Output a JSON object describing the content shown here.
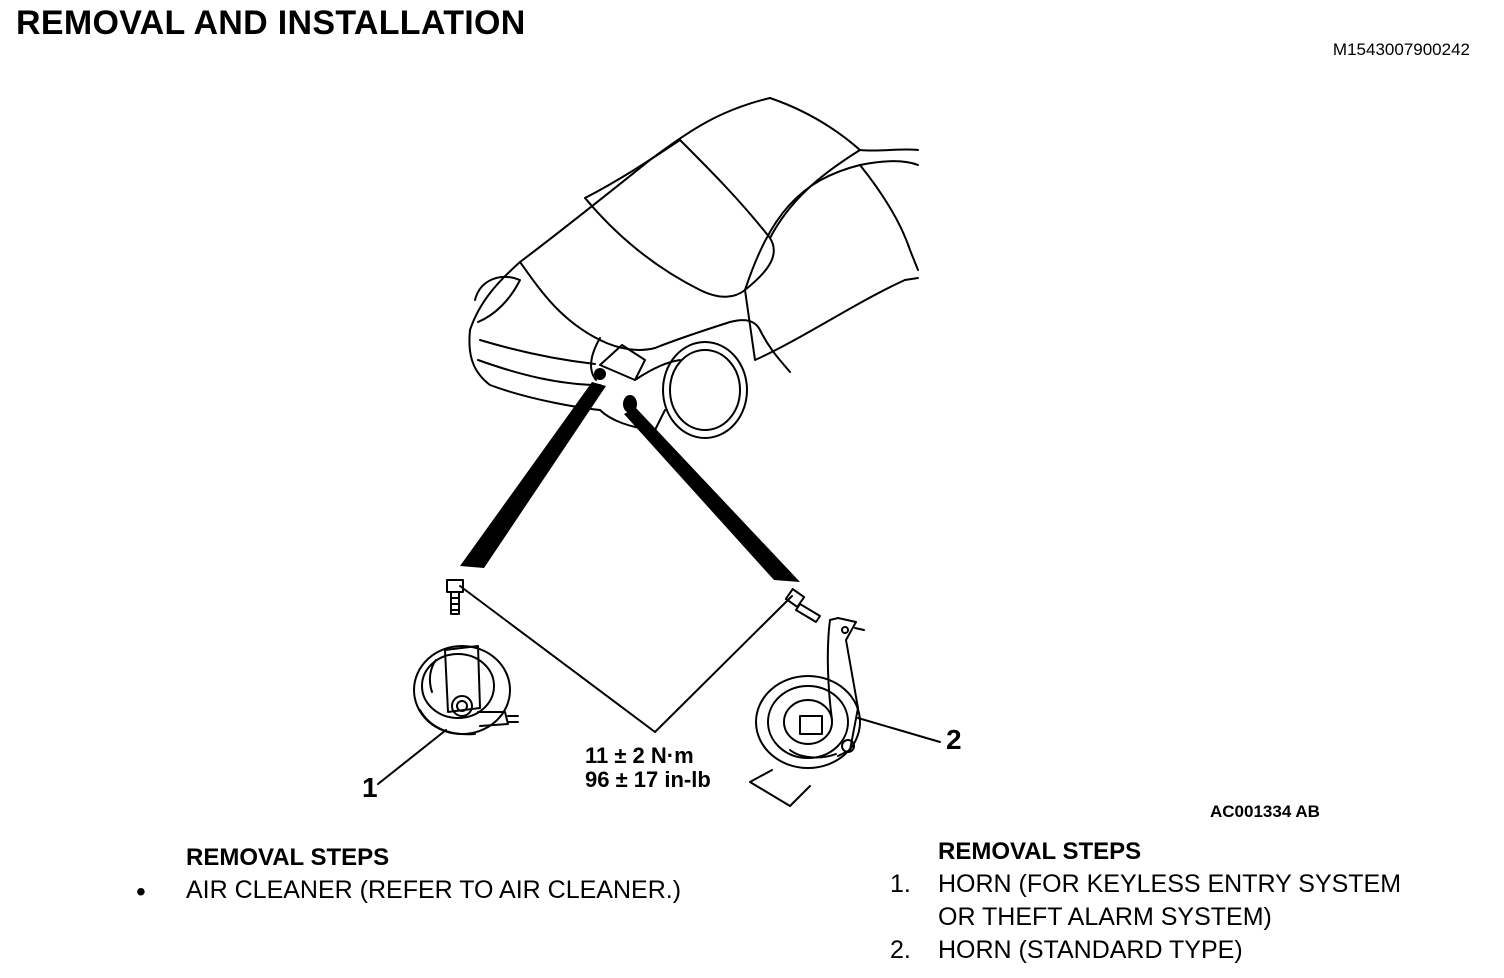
{
  "header": {
    "title": "REMOVAL AND INSTALLATION",
    "document_id": "M1543007900242"
  },
  "figure": {
    "figure_id": "AC001334 AB",
    "callout_1": "1",
    "callout_2": "2",
    "torque_nm": "11 ± 2 N·m",
    "torque_inlb": "96 ± 17 in-lb"
  },
  "left_steps": {
    "heading": "REMOVAL STEPS",
    "bullet": "•",
    "items": [
      {
        "text": "AIR CLEANER (REFER TO AIR CLEANER.)"
      }
    ]
  },
  "right_steps": {
    "heading": "REMOVAL STEPS",
    "items": [
      {
        "num": "1.",
        "line1": "HORN (FOR KEYLESS ENTRY SYSTEM",
        "line2": "OR THEFT ALARM SYSTEM)"
      },
      {
        "num": "2.",
        "line1": "HORN (STANDARD TYPE)"
      }
    ]
  }
}
